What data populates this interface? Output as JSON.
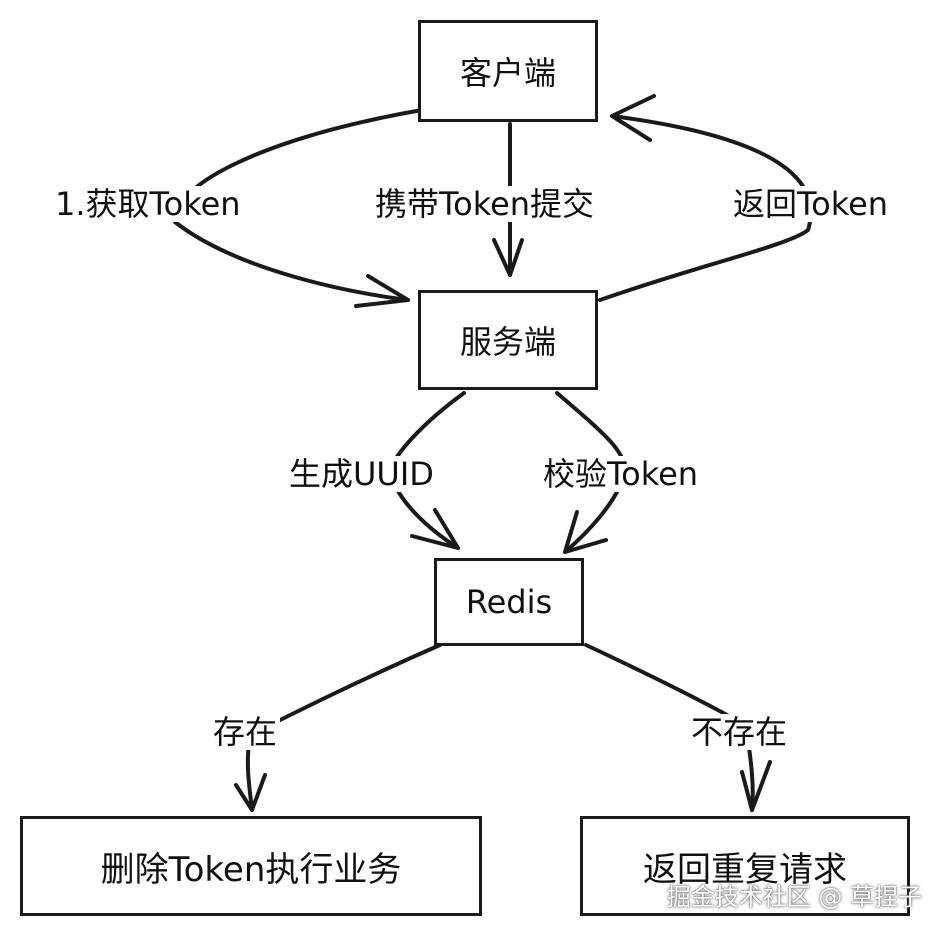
{
  "nodes": {
    "client": "客户端",
    "server": "服务端",
    "redis": "Redis",
    "delete_token": "删除Token执行业务",
    "return_duplicate": "返回重复请求"
  },
  "edges": {
    "get_token": "1.获取Token",
    "submit_with_token": "携带Token提交",
    "return_token": "返回Token",
    "generate_uuid": "生成UUID",
    "verify_token": "校验Token",
    "exists": "存在",
    "not_exists": "不存在"
  },
  "watermark": "掘金技术社区 @ 草捏子"
}
